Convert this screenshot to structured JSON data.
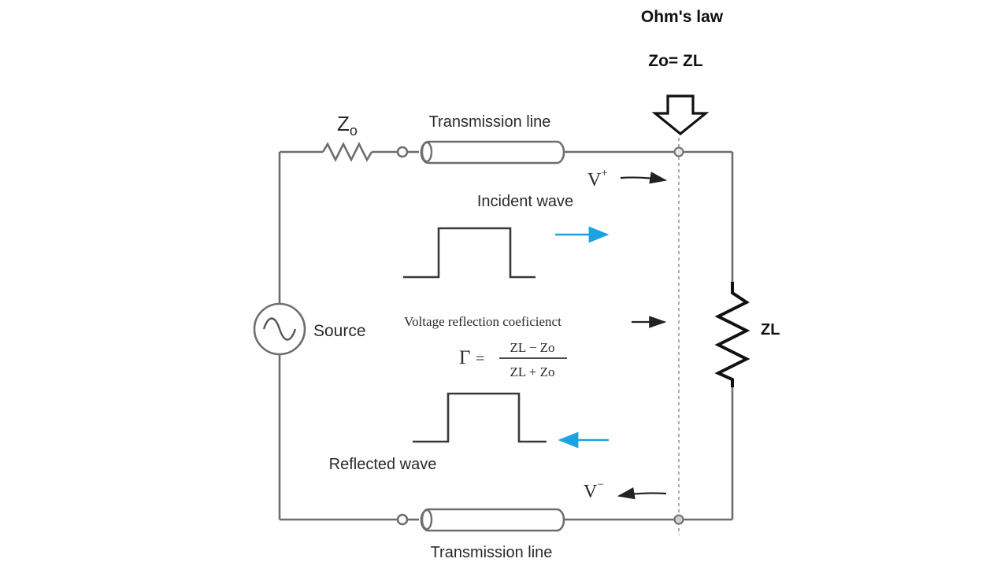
{
  "header": {
    "title": "Ohm's law",
    "condition": "Zo= ZL"
  },
  "labels": {
    "source_impedance": "Z",
    "source_impedance_sub": "o",
    "line_top": "Transmission line",
    "line_bottom": "Transmission line",
    "v_plus": "V",
    "v_plus_sup": "+",
    "v_minus": "V",
    "v_minus_sup": "−",
    "incident": "Incident wave",
    "reflected": "Reflected wave",
    "source": "Source",
    "load": "ZL",
    "coefficient_title": "Voltage reflection coeficienct",
    "gamma_symbol": "Γ",
    "gamma_equals": "=",
    "numerator": "ZL − Zo",
    "denominator": "ZL + Zo"
  },
  "colors": {
    "wave_arrow": "#1aa3e0",
    "wire": "#6e6e6e",
    "text": "#2a2a2a"
  },
  "icons": {
    "source": "ac-source-icon",
    "resistor": "resistor-icon",
    "coax": "coax-cable-icon",
    "pointer": "down-arrow-icon"
  }
}
